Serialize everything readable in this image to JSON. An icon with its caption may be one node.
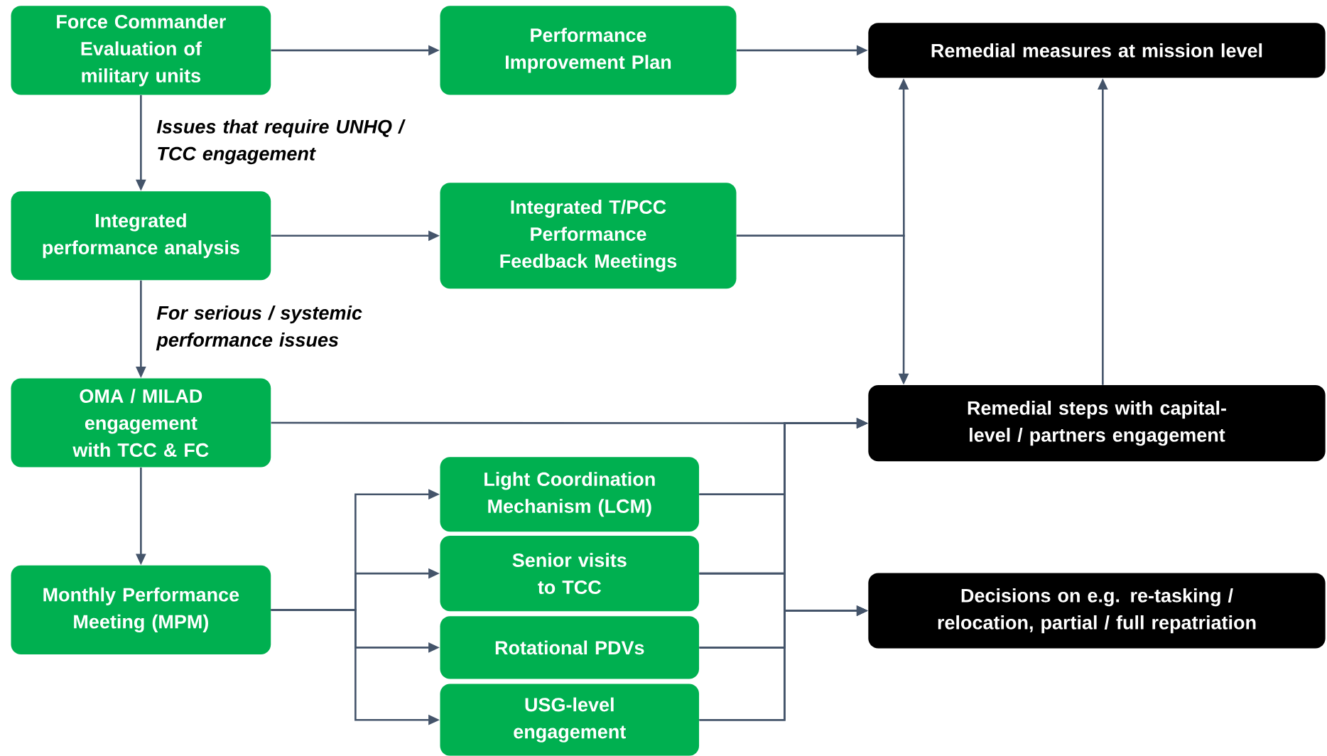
{
  "diagram": {
    "nodes": [
      {
        "text": [
          "Force Commander Evaluation of military units"
        ]
      },
      {
        "text": [
          "Performance Improvement Plan"
        ]
      },
      {
        "text": [
          "Remedial measures at mission level"
        ]
      },
      {
        "text": [
          "Integrated performance analysis"
        ]
      },
      {
        "text": [
          "Integrated T/PCC Performance Feedback Meetings"
        ]
      },
      {
        "text": [
          "OMA / MILAD engagement with TCC & FC"
        ]
      },
      {
        "text": [
          "Remedial steps with capital-level / partners engagement"
        ]
      },
      {
        "text": [
          "Light Coordination Mechanism (LCM)"
        ]
      },
      {
        "text": [
          "Senior visits to TCC"
        ]
      },
      {
        "text": [
          "Monthly Performance Meeting (MPM)"
        ]
      },
      {
        "text": [
          "Decisions on e.g. re-tasking / relocation, partial / full repatriation"
        ]
      },
      {
        "text": [
          "Rotational PDVs"
        ]
      },
      {
        "text": [
          "USG-level engagement"
        ]
      }
    ],
    "edges": [
      {
        "from": 0,
        "to": 1,
        "arrow": "to"
      },
      {
        "from": 1,
        "to": 2,
        "arrow": "to"
      },
      {
        "from": 0,
        "to": 3,
        "arrow": "to",
        "label": "Issues that require UNHQ / TCC engagement"
      },
      {
        "from": 3,
        "to": 4,
        "arrow": "to"
      },
      {
        "from": 4,
        "to": 2,
        "arrow": "to"
      },
      {
        "from": 4,
        "to": 6,
        "arrow": "to"
      },
      {
        "from": 6,
        "to": 2,
        "arrow": "to"
      },
      {
        "from": 3,
        "to": 5,
        "arrow": "to",
        "label": "For serious / systemic performance issues"
      },
      {
        "from": 5,
        "to": 6,
        "arrow": "to"
      },
      {
        "from": 5,
        "to": 9,
        "arrow": "to"
      },
      {
        "from": 9,
        "to": 7,
        "arrow": "to"
      },
      {
        "from": 9,
        "to": 8,
        "arrow": "to"
      },
      {
        "from": 9,
        "to": 11,
        "arrow": "to"
      },
      {
        "from": 9,
        "to": 12,
        "arrow": "to"
      },
      {
        "from": 7,
        "to": 6,
        "arrow": "to"
      },
      {
        "from": 7,
        "to": 10,
        "arrow": "to"
      },
      {
        "from": 8,
        "to": 6,
        "arrow": "to"
      },
      {
        "from": 8,
        "to": 10,
        "arrow": "to"
      },
      {
        "from": 11,
        "to": 6,
        "arrow": "to"
      },
      {
        "from": 11,
        "to": 10,
        "arrow": "to"
      },
      {
        "from": 12,
        "to": 6,
        "arrow": "to"
      },
      {
        "from": 12,
        "to": 10,
        "arrow": "to"
      }
    ]
  }
}
